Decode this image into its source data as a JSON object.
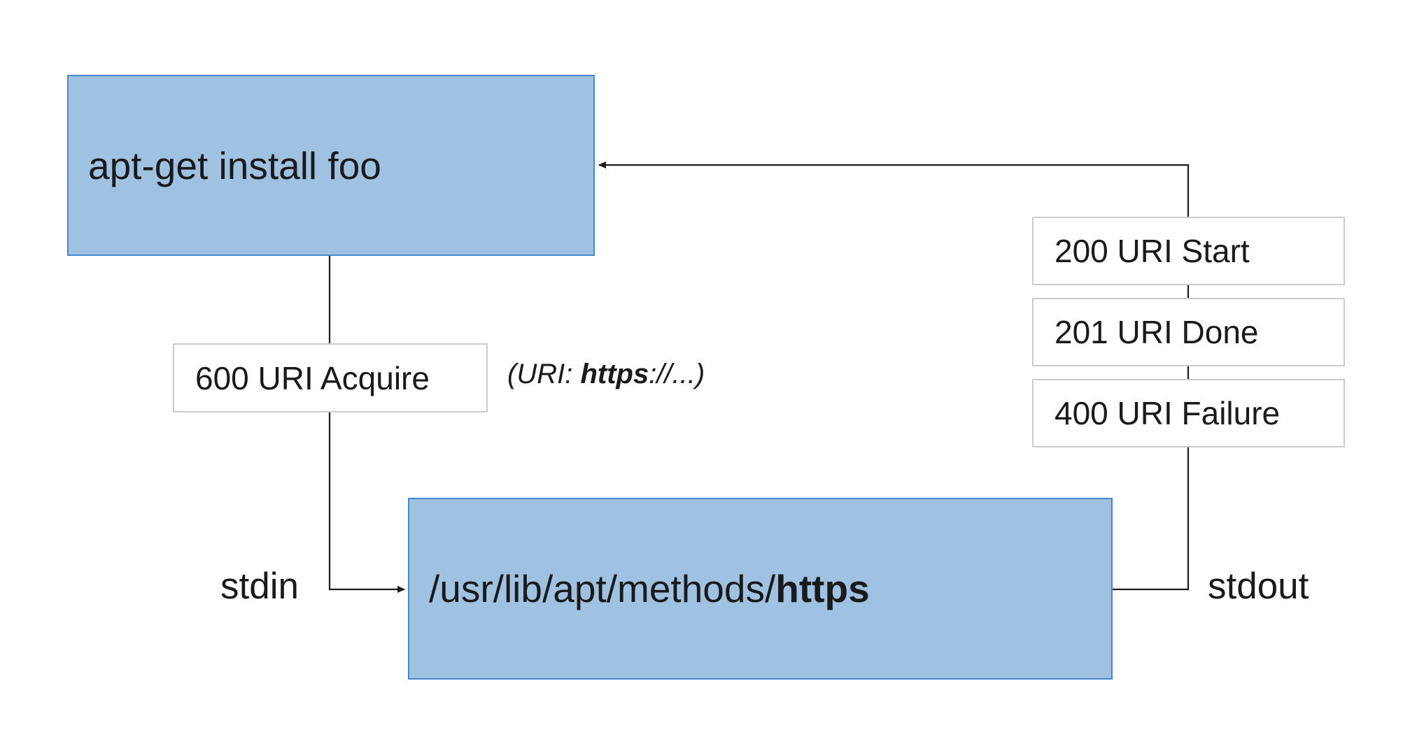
{
  "diagram": {
    "apt_process": {
      "label": "apt-get install foo"
    },
    "method_process": {
      "path_prefix": "/usr/lib/apt/methods/",
      "method_name": "https"
    },
    "request_message": {
      "label": "600 URI Acquire",
      "note_prefix": "(URI: ",
      "note_scheme": "https",
      "note_suffix": "://...)"
    },
    "response_messages": [
      {
        "label": "200 URI Start"
      },
      {
        "label": "201 URI Done"
      },
      {
        "label": "400 URI Failure"
      }
    ],
    "streams": {
      "stdin": "stdin",
      "stdout": "stdout"
    },
    "colors": {
      "process_fill": "#9fc2e3",
      "process_border": "#4a86c8",
      "message_border": "#cccccc",
      "connector": "#1a1a1a"
    }
  }
}
